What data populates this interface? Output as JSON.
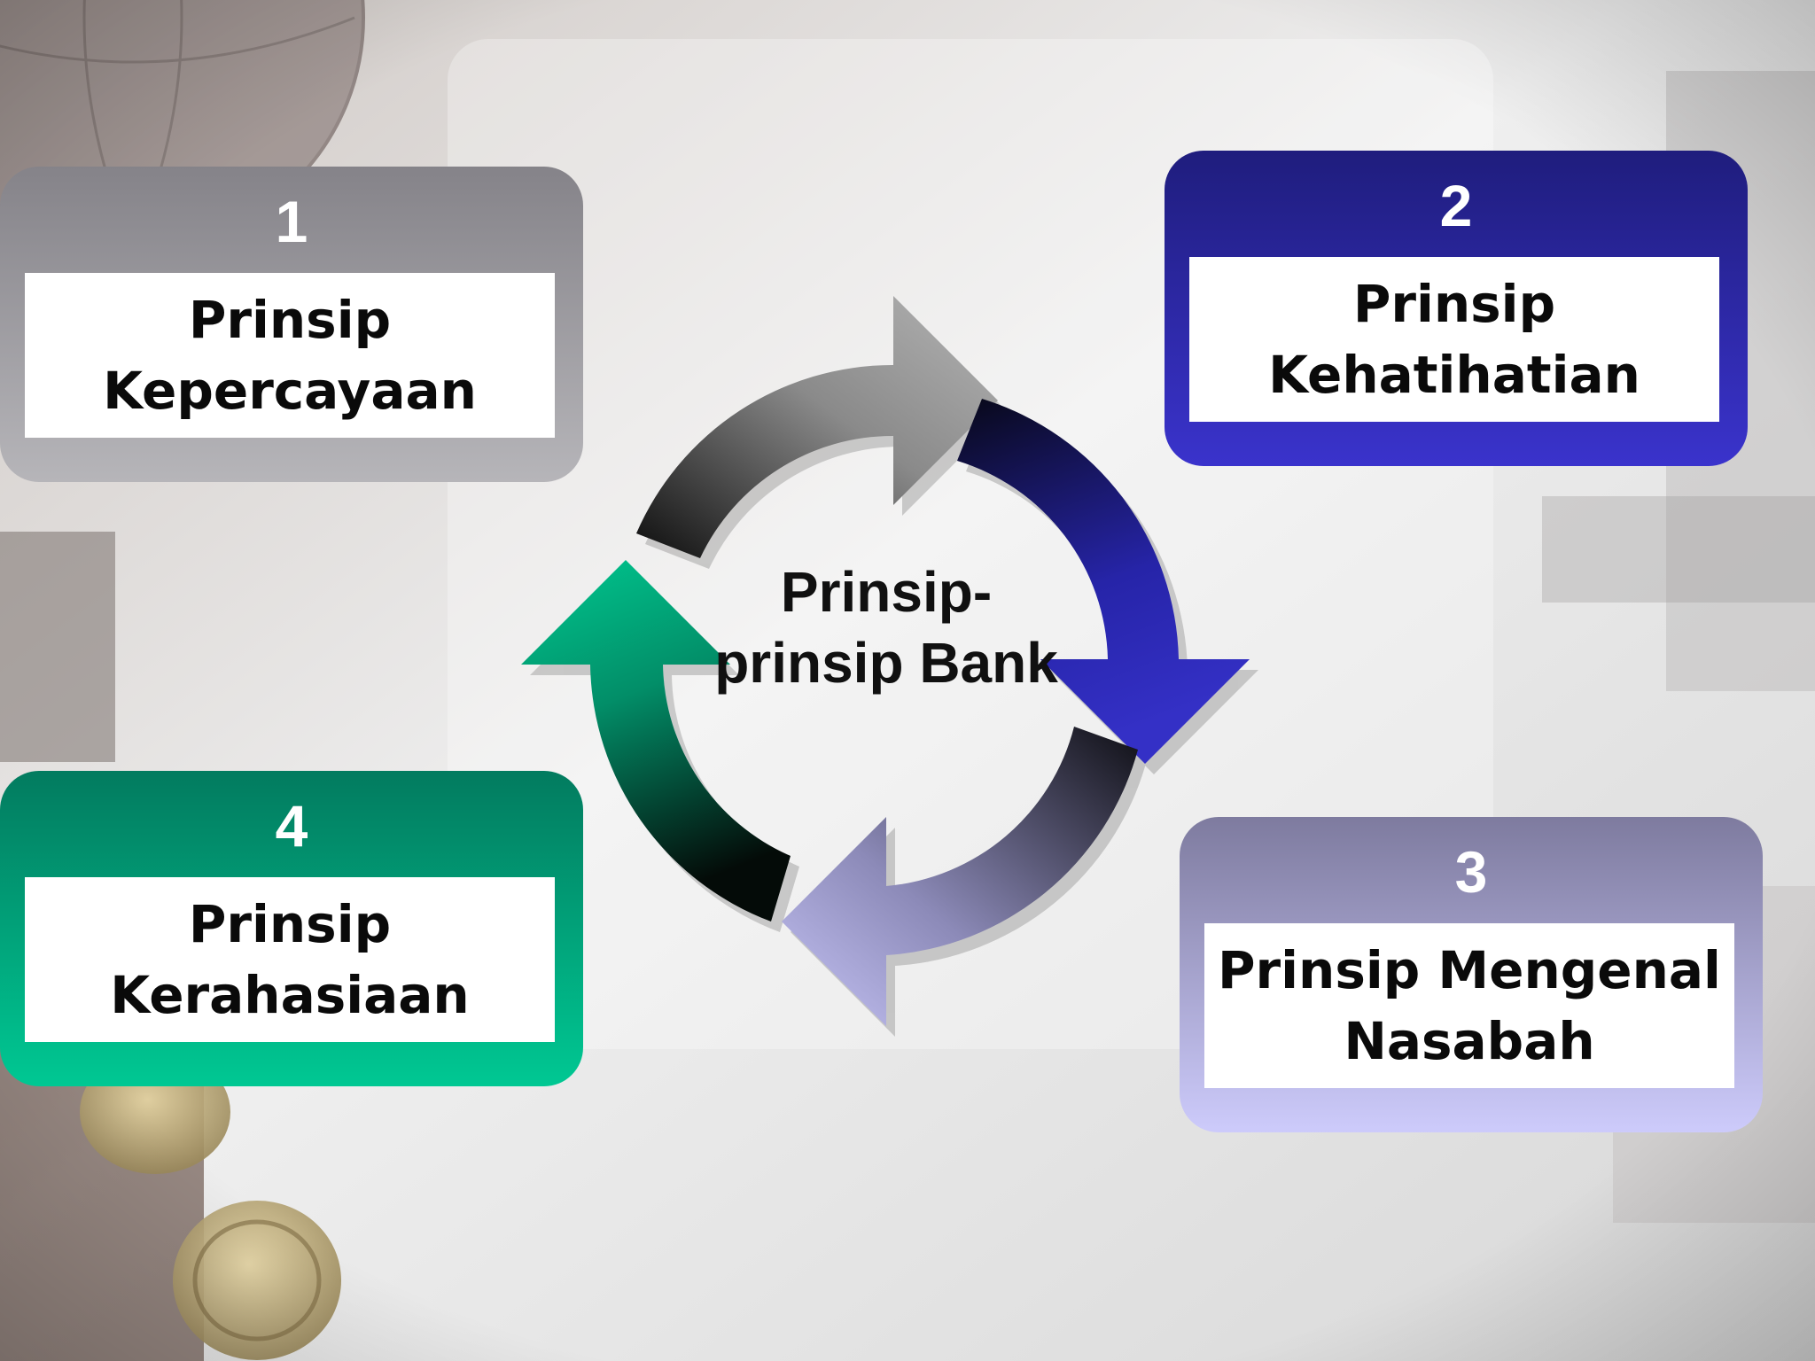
{
  "diagram": {
    "center_title": "Prinsip-\nprinsip Bank",
    "items": [
      {
        "number": "1",
        "label": "Prinsip\nKepercayaan",
        "color": "#8e8d92"
      },
      {
        "number": "2",
        "label": "Prinsip\nKehatihatian",
        "color": "#2b28a8"
      },
      {
        "number": "3",
        "label": "Prinsip Mengenal\nNasabah",
        "color": "#a9a7d8"
      },
      {
        "number": "4",
        "label": "Prinsip\nKerahasiaan",
        "color": "#00a27a"
      }
    ],
    "arrow_colors": [
      "#a8a8a8",
      "#2f2bbd",
      "#c2c1f2",
      "#00c890"
    ]
  }
}
